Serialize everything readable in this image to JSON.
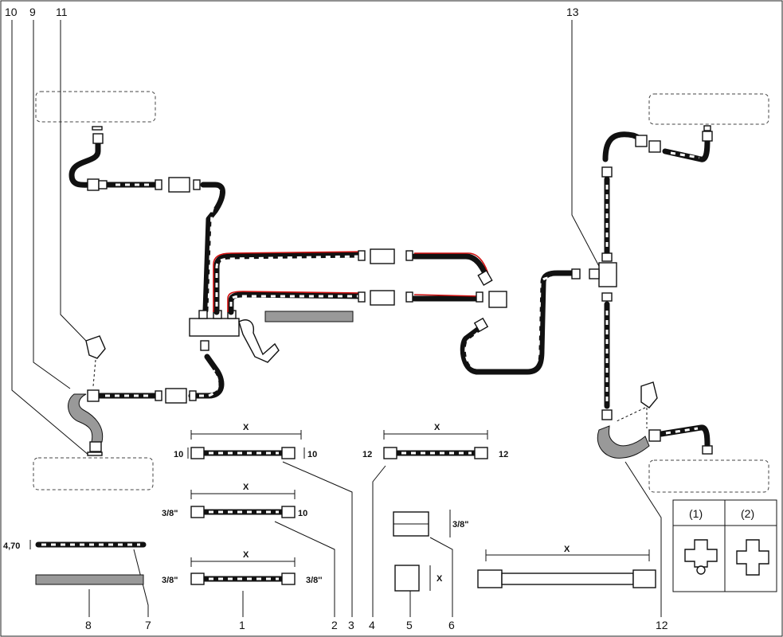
{
  "callouts": [
    "10",
    "9",
    "11",
    "13",
    "1",
    "2",
    "3",
    "4",
    "5",
    "6",
    "7",
    "8",
    "12"
  ],
  "dimensions": {
    "x": "X",
    "d10": "10",
    "d12": "12",
    "d38": "3/8\"",
    "d38b": "3/8''",
    "d470": "4,70"
  },
  "insets": {
    "left": "(1)",
    "right": "(2)"
  },
  "colors": {
    "line": "#111111",
    "highlight": "#d01010"
  }
}
